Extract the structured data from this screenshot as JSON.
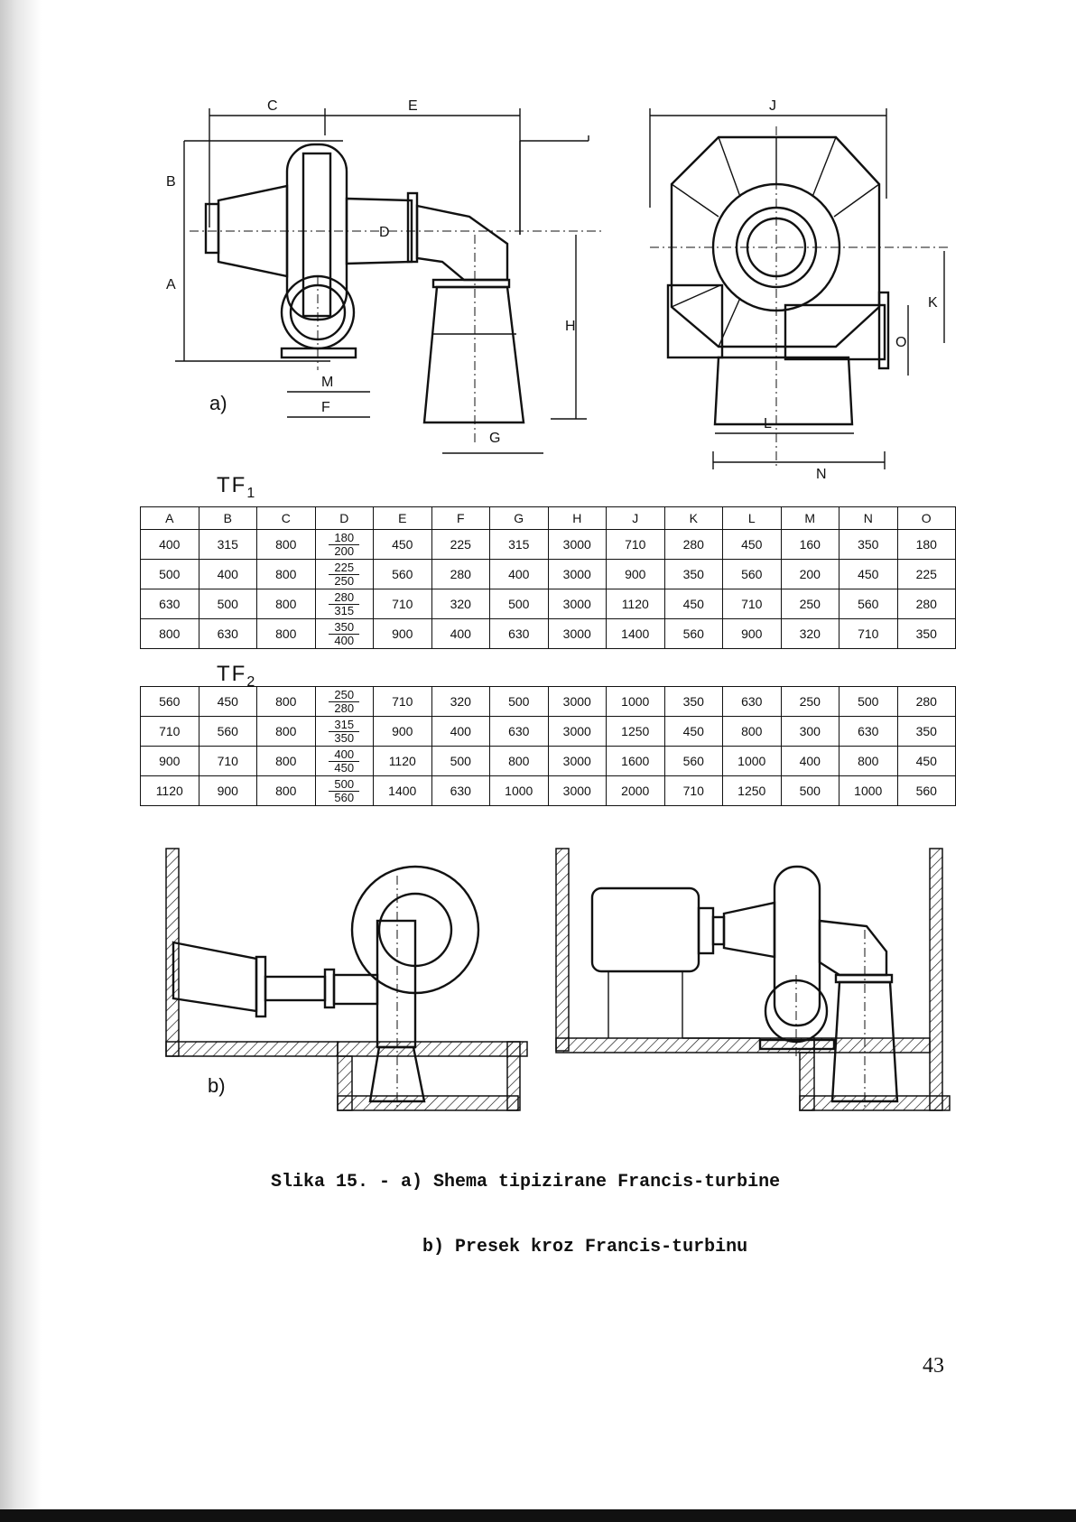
{
  "figure_a_label": "a)",
  "figure_b_label": "b)",
  "dimension_labels": {
    "A": "A",
    "B": "B",
    "C": "C",
    "D": "D",
    "E": "E",
    "F": "F",
    "G": "G",
    "H": "H",
    "J": "J",
    "K": "K",
    "L": "L",
    "M": "M",
    "N": "N",
    "O": "O"
  },
  "tables": {
    "columns": [
      "A",
      "B",
      "C",
      "D",
      "E",
      "F",
      "G",
      "H",
      "J",
      "K",
      "L",
      "M",
      "N",
      "O"
    ],
    "tf1": {
      "label_main": "TF",
      "label_sub": "1",
      "rows": [
        {
          "A": "400",
          "B": "315",
          "C": "800",
          "D_top": "180",
          "D_bottom": "200",
          "E": "450",
          "F": "225",
          "G": "315",
          "H": "3000",
          "J": "710",
          "K": "280",
          "L": "450",
          "M": "160",
          "N": "350",
          "O": "180"
        },
        {
          "A": "500",
          "B": "400",
          "C": "800",
          "D_top": "225",
          "D_bottom": "250",
          "E": "560",
          "F": "280",
          "G": "400",
          "H": "3000",
          "J": "900",
          "K": "350",
          "L": "560",
          "M": "200",
          "N": "450",
          "O": "225"
        },
        {
          "A": "630",
          "B": "500",
          "C": "800",
          "D_top": "280",
          "D_bottom": "315",
          "E": "710",
          "F": "320",
          "G": "500",
          "H": "3000",
          "J": "1120",
          "K": "450",
          "L": "710",
          "M": "250",
          "N": "560",
          "O": "280"
        },
        {
          "A": "800",
          "B": "630",
          "C": "800",
          "D_top": "350",
          "D_bottom": "400",
          "E": "900",
          "F": "400",
          "G": "630",
          "H": "3000",
          "J": "1400",
          "K": "560",
          "L": "900",
          "M": "320",
          "N": "710",
          "O": "350"
        }
      ]
    },
    "tf2": {
      "label_main": "TF",
      "label_sub": "2",
      "rows": [
        {
          "A": "560",
          "B": "450",
          "C": "800",
          "D_top": "250",
          "D_bottom": "280",
          "E": "710",
          "F": "320",
          "G": "500",
          "H": "3000",
          "J": "1000",
          "K": "350",
          "L": "630",
          "M": "250",
          "N": "500",
          "O": "280"
        },
        {
          "A": "710",
          "B": "560",
          "C": "800",
          "D_top": "315",
          "D_bottom": "350",
          "E": "900",
          "F": "400",
          "G": "630",
          "H": "3000",
          "J": "1250",
          "K": "450",
          "L": "800",
          "M": "300",
          "N": "630",
          "O": "350"
        },
        {
          "A": "900",
          "B": "710",
          "C": "800",
          "D_top": "400",
          "D_bottom": "450",
          "E": "1120",
          "F": "500",
          "G": "800",
          "H": "3000",
          "J": "1600",
          "K": "560",
          "L": "1000",
          "M": "400",
          "N": "800",
          "O": "450"
        },
        {
          "A": "1120",
          "B": "900",
          "C": "800",
          "D_top": "500",
          "D_bottom": "560",
          "E": "1400",
          "F": "630",
          "G": "1000",
          "H": "3000",
          "J": "2000",
          "K": "710",
          "L": "1250",
          "M": "500",
          "N": "1000",
          "O": "560"
        }
      ]
    }
  },
  "caption": {
    "line1": "Slika 15. - a) Shema tipizirane Francis-turbine",
    "line2": "              b) Presek kroz Francis-turbinu"
  },
  "page_number": "43"
}
